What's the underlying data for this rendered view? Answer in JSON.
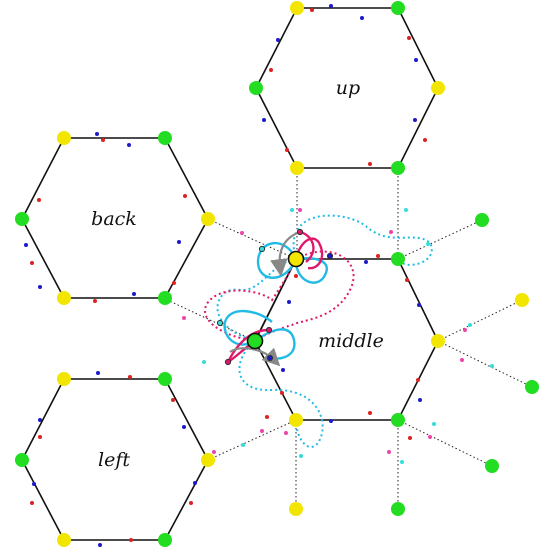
{
  "labels": {
    "up": "up",
    "back": "back",
    "middle": "middle",
    "left": "left"
  },
  "colors": {
    "edge": "#111111",
    "yellow_vertex": "#f2e600",
    "green_vertex": "#22dd22",
    "red_dot": "#dd2222",
    "blue_dot": "#1a1acc",
    "pink_dot": "#ee44aa",
    "cyan_dot": "#33dddd",
    "cyan_loop": "#22bbe6",
    "magenta_loop": "#e0186a",
    "gray_arrow": "#888888"
  }
}
